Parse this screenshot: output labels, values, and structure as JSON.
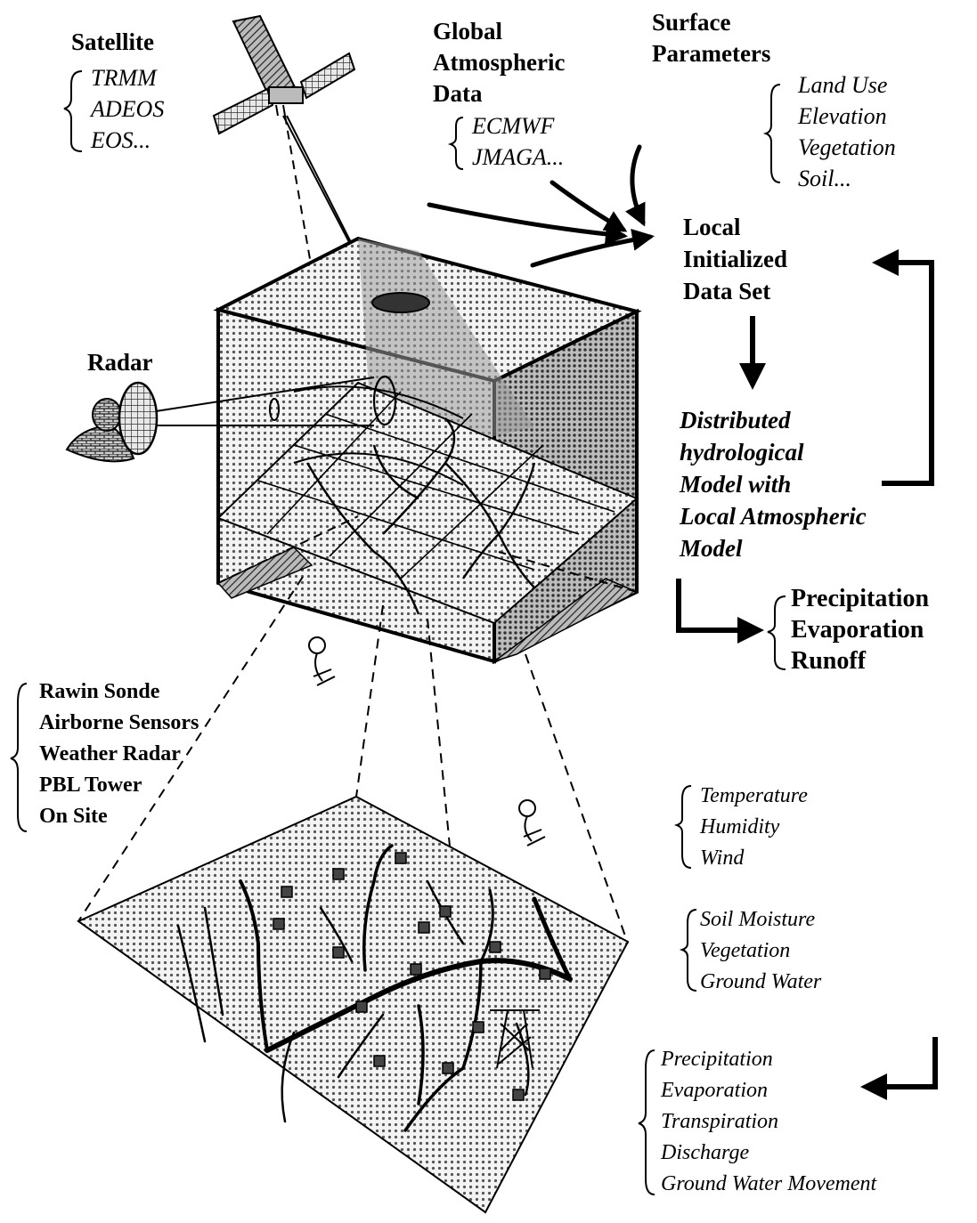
{
  "satellite": {
    "title": "Satellite",
    "items": [
      "TRMM",
      "ADEOS",
      "EOS..."
    ]
  },
  "global_atmospheric": {
    "title_lines": [
      "Global",
      "Atmospheric",
      "Data"
    ],
    "items": [
      "ECMWF",
      "JMAGA..."
    ]
  },
  "surface_parameters": {
    "title_lines": [
      "Surface",
      "Parameters"
    ],
    "items": [
      "Land Use",
      "Elevation",
      "Vegetation",
      "Soil..."
    ]
  },
  "local_data": {
    "title_lines": [
      "Local",
      "Initialized",
      "Data Set"
    ]
  },
  "model": {
    "title_lines": [
      "Distributed",
      "hydrological",
      "Model with",
      "Local Atmospheric",
      "Model"
    ]
  },
  "outputs": {
    "items": [
      "Precipitation",
      "Evaporation",
      "Runoff"
    ]
  },
  "radar": {
    "title": "Radar"
  },
  "observations": {
    "items": [
      "Rawin Sonde",
      "Airborne Sensors",
      "Weather Radar",
      "PBL Tower",
      "On Site"
    ]
  },
  "atmos_vars": {
    "items": [
      "Temperature",
      "Humidity",
      "Wind"
    ]
  },
  "land_vars": {
    "items": [
      "Soil Moisture",
      "Vegetation",
      "Ground Water"
    ]
  },
  "fluxes": {
    "items": [
      "Precipitation",
      "Evaporation",
      "Transpiration",
      "Discharge",
      "Ground Water Movement"
    ]
  },
  "colors": {
    "ink": "#000000",
    "fill_light": "#d9d9d9",
    "fill_mid": "#a8a8a8",
    "fill_dark": "#6e6e6e",
    "background": "#ffffff"
  }
}
